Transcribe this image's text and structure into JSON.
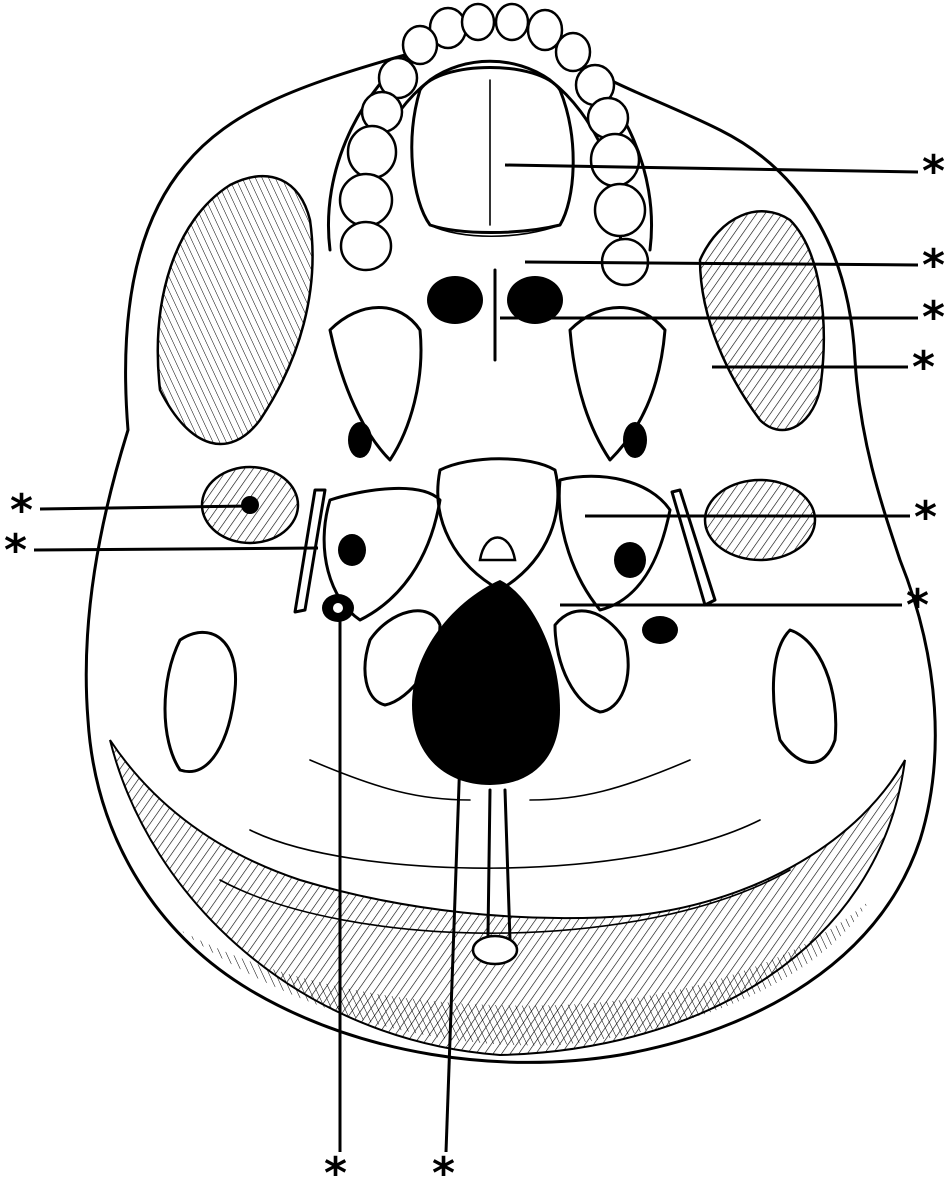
{
  "diagram": {
    "style": "black line drawing",
    "colors": {
      "ink": "#000000",
      "paper": "#ffffff"
    },
    "markers": [
      {
        "id": "right-1",
        "text": "*"
      },
      {
        "id": "right-2",
        "text": "*"
      },
      {
        "id": "right-3",
        "text": "*"
      },
      {
        "id": "right-4",
        "text": "*"
      },
      {
        "id": "right-5",
        "text": "*"
      },
      {
        "id": "right-6",
        "text": "*"
      },
      {
        "id": "left-1",
        "text": "*"
      },
      {
        "id": "left-2",
        "text": "*"
      },
      {
        "id": "bottom-1",
        "text": "*"
      },
      {
        "id": "bottom-2",
        "text": "*"
      }
    ]
  }
}
